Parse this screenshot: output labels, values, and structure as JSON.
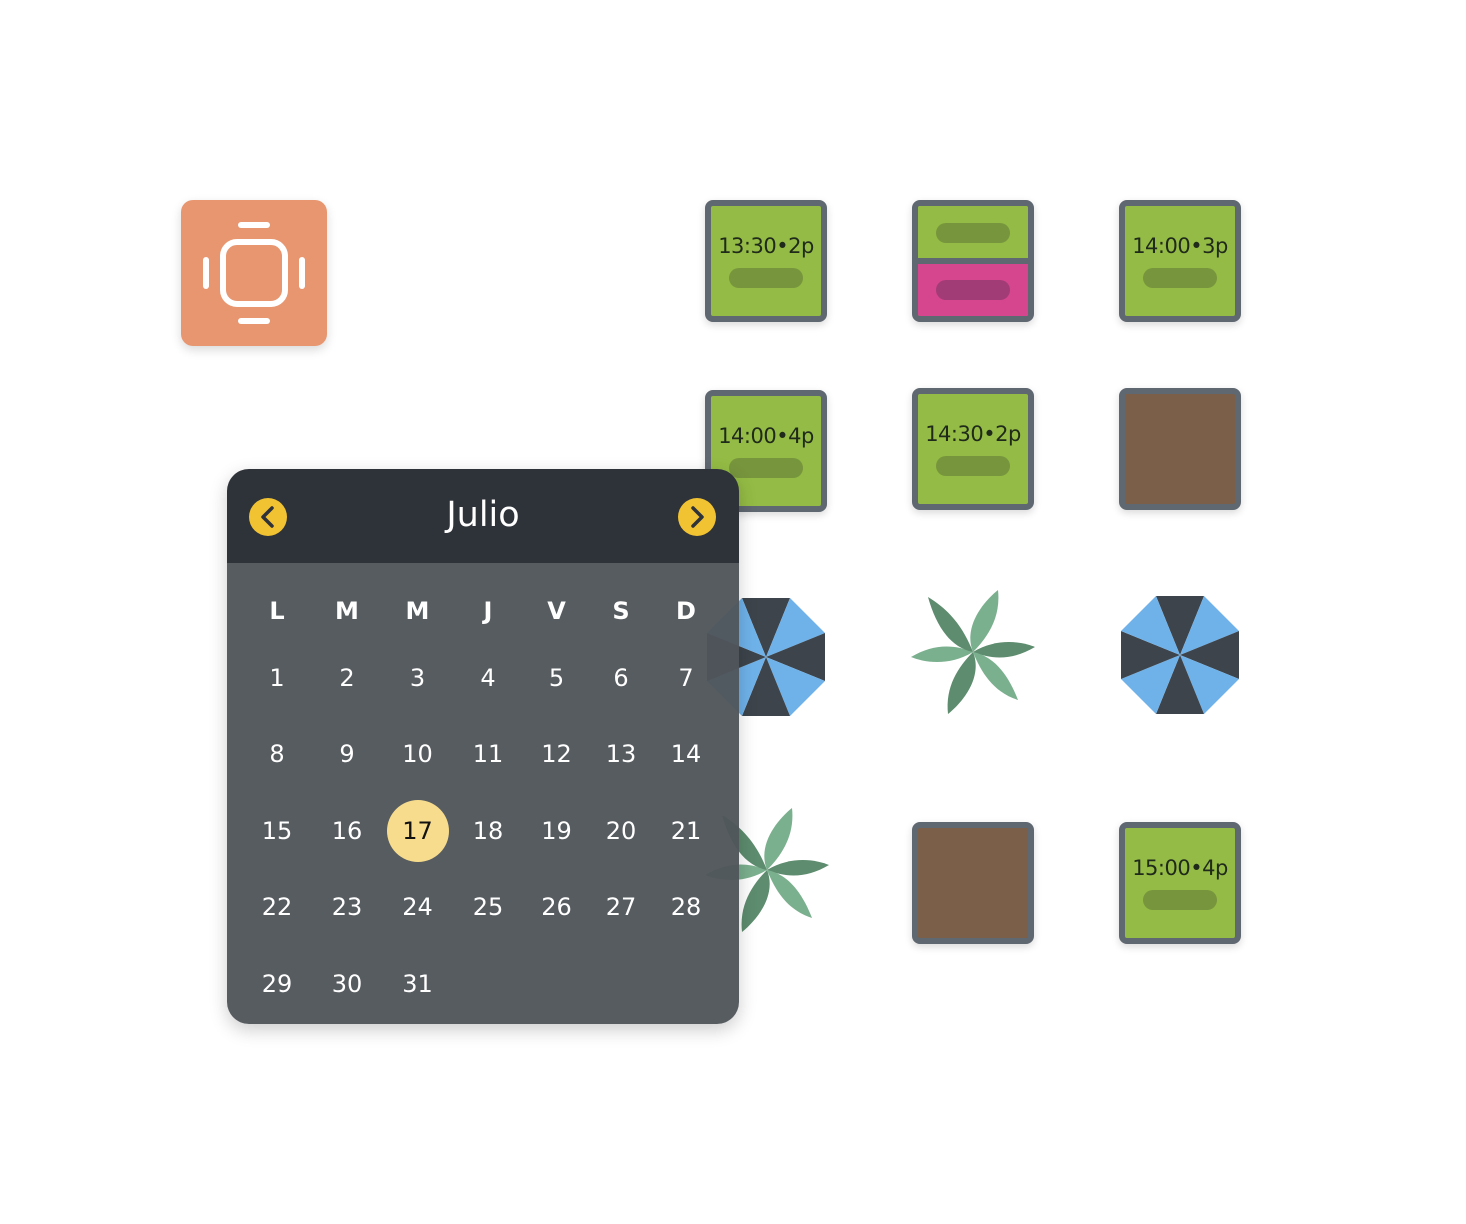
{
  "app_icon": {
    "name": "watch-icon",
    "color": "#e79670"
  },
  "tiles": [
    {
      "time": "13:30•2p"
    },
    {
      "time": "14:00•3p"
    },
    {
      "time": "14:00•4p"
    },
    {
      "time": "14:30•2p"
    },
    {
      "time": "15:00•4p"
    }
  ],
  "calendar": {
    "month": "Julio",
    "prev_icon": "chevron-left-icon",
    "next_icon": "chevron-right-icon",
    "weekdays": [
      "L",
      "M",
      "M",
      "J",
      "V",
      "S",
      "D"
    ],
    "days": [
      "1",
      "2",
      "3",
      "4",
      "5",
      "6",
      "7",
      "8",
      "9",
      "10",
      "11",
      "12",
      "13",
      "14",
      "15",
      "16",
      "17",
      "18",
      "19",
      "20",
      "21",
      "22",
      "23",
      "24",
      "25",
      "26",
      "27",
      "28",
      "29",
      "30",
      "31"
    ],
    "selected_day": "17",
    "accent": "#f1c232",
    "selected_color": "#f6dc8c"
  }
}
